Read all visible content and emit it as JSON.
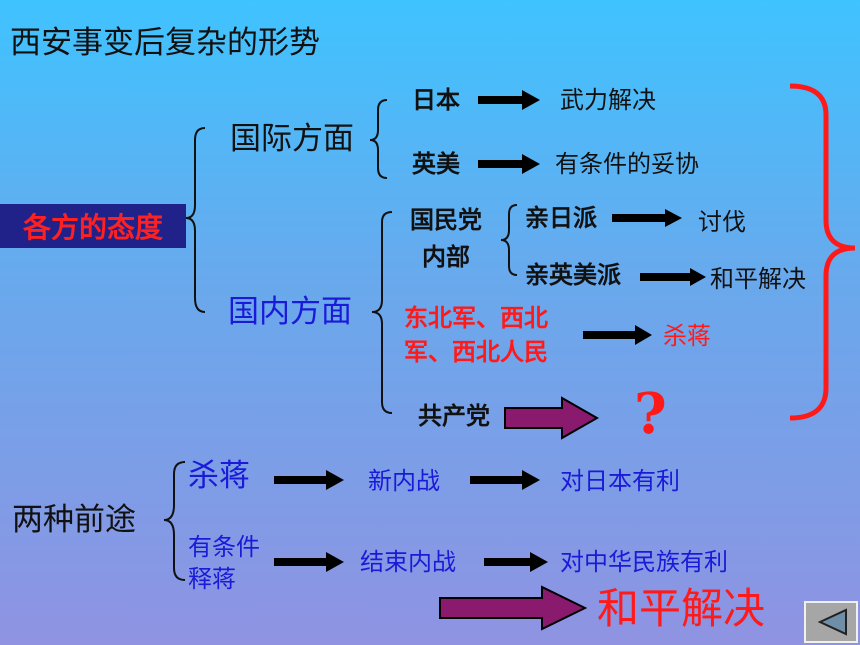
{
  "title": "西安事变后复杂的形势",
  "attitudes": {
    "label": "各方的态度",
    "international": {
      "label": "国际方面",
      "japan": {
        "party": "日本",
        "result": "武力解决"
      },
      "usuk": {
        "party": "英美",
        "result": "有条件的妥协"
      }
    },
    "domestic": {
      "label": "国内方面",
      "kmt": {
        "label_line1": "国民党",
        "label_line2": "内部",
        "pro_japan": {
          "party": "亲日派",
          "result": "讨伐"
        },
        "pro_west": {
          "party": "亲英美派",
          "result": "和平解决"
        }
      },
      "northeast": {
        "line1": "东北军、西北",
        "line2": "军、西北人民",
        "result": "杀蒋"
      },
      "ccp": {
        "party": "共产党",
        "result": "?"
      }
    }
  },
  "futures": {
    "label": "两种前途",
    "path1": {
      "action": "杀蒋",
      "step": "新内战",
      "outcome": "对日本有利"
    },
    "path2": {
      "action_line1": "有条件",
      "action_line2": "释蒋",
      "step": "结束内战",
      "outcome": "对中华民族有利"
    }
  },
  "conclusion": "和平解决",
  "colors": {
    "accent_red": "#ff1a1a",
    "blue_text": "#1a1ad8",
    "badge_bg": "#21218a"
  },
  "icons": {
    "nav": "back-triangle-icon"
  }
}
